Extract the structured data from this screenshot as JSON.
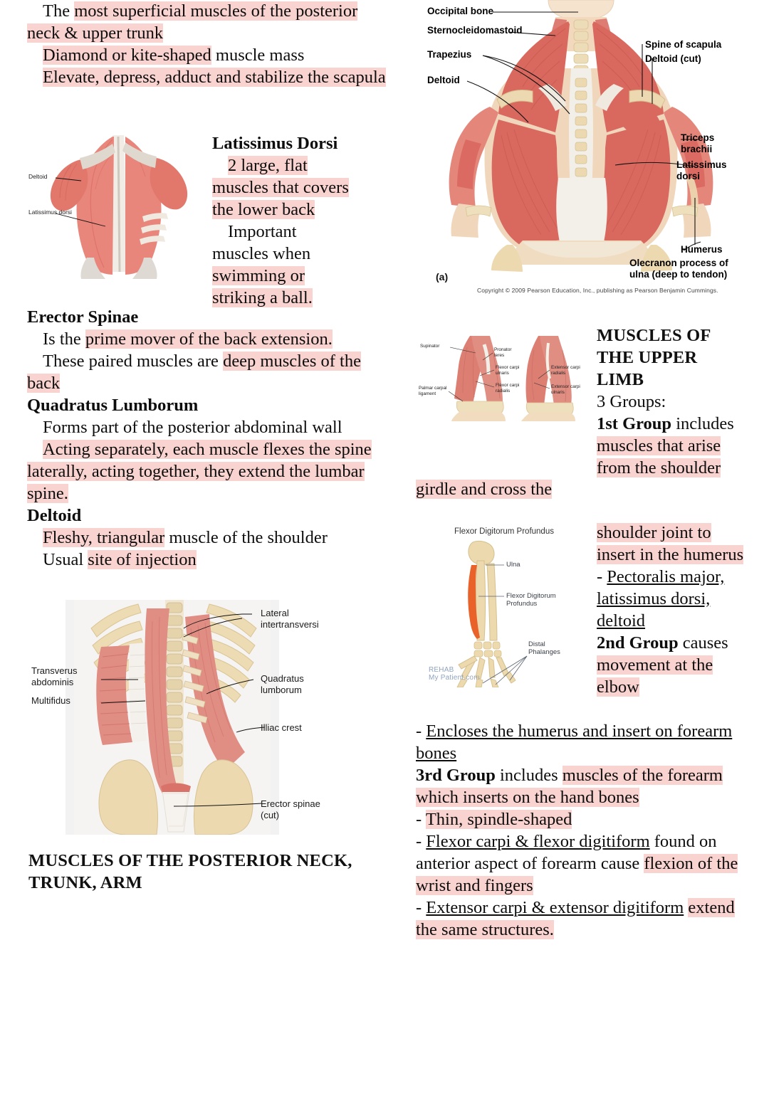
{
  "left_column": {
    "trapezius_notes": [
      {
        "segments": [
          {
            "t": "The ",
            "h": false
          },
          {
            "t": "most superficial muscles of the posterior neck & upper trunk",
            "h": true
          }
        ],
        "indent": true
      },
      {
        "segments": [
          {
            "t": "Diamond or kite-shaped",
            "h": true
          },
          {
            "t": " muscle mass",
            "h": false
          }
        ],
        "indent": true
      },
      {
        "segments": [
          {
            "t": "Elevate, depress, adduct and stabilize the scapula",
            "h": true
          }
        ],
        "indent": true
      }
    ],
    "latissimus": {
      "title": "Latissimus Dorsi",
      "notes": [
        {
          "segments": [
            {
              "t": "2 large, flat muscles that covers the lower back",
              "h": true
            }
          ],
          "indent": true
        },
        {
          "segments": [
            {
              "t": "Important muscles when ",
              "h": false
            },
            {
              "t": "swimming or striking a ball.",
              "h": true
            }
          ],
          "indent": true
        }
      ]
    },
    "erector_spinae": {
      "title": "Erector Spinae",
      "notes": [
        {
          "segments": [
            {
              "t": "Is the ",
              "h": false
            },
            {
              "t": "prime mover of the back extension.",
              "h": true
            }
          ],
          "indent": true
        },
        {
          "segments": [
            {
              "t": "These paired muscles are ",
              "h": false
            },
            {
              "t": "deep muscles of the back",
              "h": true
            }
          ],
          "indent": true
        }
      ]
    },
    "quadratus_lumborum": {
      "title": "Quadratus Lumborum",
      "notes": [
        {
          "segments": [
            {
              "t": "Forms part of the posterior abdominal wall",
              "h": false
            }
          ],
          "indent": true
        },
        {
          "segments": [
            {
              "t": "Acting separately, each muscle flexes the spine",
              "h": true
            }
          ],
          "indent": true
        },
        {
          "segments": [
            {
              "t": "laterally, acting together, they extend the lumbar spine.",
              "h": true
            }
          ],
          "indent": false
        }
      ]
    },
    "deltoid": {
      "title": "Deltoid",
      "notes": [
        {
          "segments": [
            {
              "t": "Fleshy, triangular",
              "h": true
            },
            {
              "t": " muscle of the shoulder",
              "h": false
            }
          ],
          "indent": true
        },
        {
          "segments": [
            {
              "t": "Usual ",
              "h": false
            },
            {
              "t": "site of injection",
              "h": true
            }
          ],
          "indent": true
        }
      ]
    },
    "section_heading": "MUSCLES OF THE POSTERIOR NECK, TRUNK, ARM"
  },
  "right_column": {
    "upper_limb_title": "MUSCLES OF THE UPPER LIMB",
    "groups_intro": "3 Groups:",
    "group1": {
      "label": "1st Group",
      "lines": [
        {
          "segments": [
            {
              "t": "1st Group",
              "b": true
            },
            {
              "t": " includes ",
              "h": false
            },
            {
              "t": "muscles that arise from the shoulder",
              "h": true
            }
          ]
        }
      ]
    },
    "girdle_line": {
      "segments": [
        {
          "t": "girdle and cross the",
          "h": true
        }
      ]
    },
    "group1_cont": [
      {
        "segments": [
          {
            "t": "shoulder joint to insert in the humerus",
            "h": true
          }
        ]
      },
      {
        "segments": [
          {
            "t": "- ",
            "h": false
          },
          {
            "t": "Pectoralis major, latissimus dorsi, deltoid",
            "u": true
          }
        ]
      }
    ],
    "group2": [
      {
        "segments": [
          {
            "t": "2nd Group",
            "b": true
          },
          {
            "t": " causes ",
            "h": false
          },
          {
            "t": "movement at the elbow",
            "h": true
          }
        ]
      },
      {
        "segments": [
          {
            "t": "- ",
            "h": false
          },
          {
            "t": "Encloses the humerus and insert on forearm bones",
            "u": true
          }
        ]
      }
    ],
    "group3": [
      {
        "segments": [
          {
            "t": "3rd Group",
            "b": true
          },
          {
            "t": " includes ",
            "h": false
          },
          {
            "t": "muscles of the forearm which inserts on the hand bones",
            "h": true
          }
        ]
      },
      {
        "segments": [
          {
            "t": "- ",
            "h": false
          },
          {
            "t": "Thin, spindle-shaped",
            "h": true
          }
        ]
      },
      {
        "segments": [
          {
            "t": "- ",
            "h": false
          },
          {
            "t": "Flexor carpi & flexor digitiform",
            "u": true
          },
          {
            "t": " found on anterior aspect of forearm cause ",
            "h": false
          },
          {
            "t": "flexion of the wrist and fingers",
            "h": true
          }
        ]
      },
      {
        "segments": [
          {
            "t": "- ",
            "h": false
          },
          {
            "t": "Extensor carpi & extensor digitiform",
            "u": true
          },
          {
            "t": " ",
            "h": false
          },
          {
            "t": "extend the same structures.",
            "h": true
          }
        ]
      }
    ]
  },
  "figures": {
    "back_large": {
      "panel_letter": "(a)",
      "copyright": "Copyright © 2009 Pearson Education, Inc., publishing as Pearson Benjamin Cummings.",
      "labels_left": [
        "Occipital bone",
        "Sternocleidomastoid",
        "Trapezius",
        "Deltoid"
      ],
      "labels_right": [
        "Spine of scapula",
        "Deltoid (cut)",
        "Triceps\nbrachii",
        "Latissimus\ndorsi",
        "Humerus",
        "Olecranon process of\nulna (deep to tendon)"
      ]
    },
    "torso_small": {
      "labels": [
        "Deltoid",
        "Latissimus dorsi"
      ]
    },
    "deep_back": {
      "labels_left": [
        "Transverus\nabdominis",
        "Multifidus"
      ],
      "labels_right": [
        "Lateral\nintertransversi",
        "Quadratus\nlumborum",
        "Illiac crest",
        "Erector spinae\n(cut)"
      ]
    },
    "forearm": {
      "labels": [
        "Supinator",
        "Pronator\nteres",
        "Flexor carpi\nulnaris",
        "Flexor carpi\nradialis",
        "Palmar carpal\nligament",
        "Extensor carpi\nradialis",
        "Extensor carpi\nulnaris"
      ]
    },
    "fdp": {
      "title": "Flexor Digitorum Profundus",
      "labels": [
        "Ulna",
        "Flexor Digitorum\nProfundus",
        "Distal\nPhalanges"
      ],
      "watermark_line1": "REHAB",
      "watermark_line2": "My Patient",
      "watermark_suffix": ".com"
    }
  },
  "colors": {
    "highlight": "#f9d3d0",
    "muscle": "#d4635a",
    "muscle_light": "#e7897e",
    "bone": "#e8d4a8",
    "tendon": "#f0ece2",
    "skin": "#f3d9c4"
  }
}
